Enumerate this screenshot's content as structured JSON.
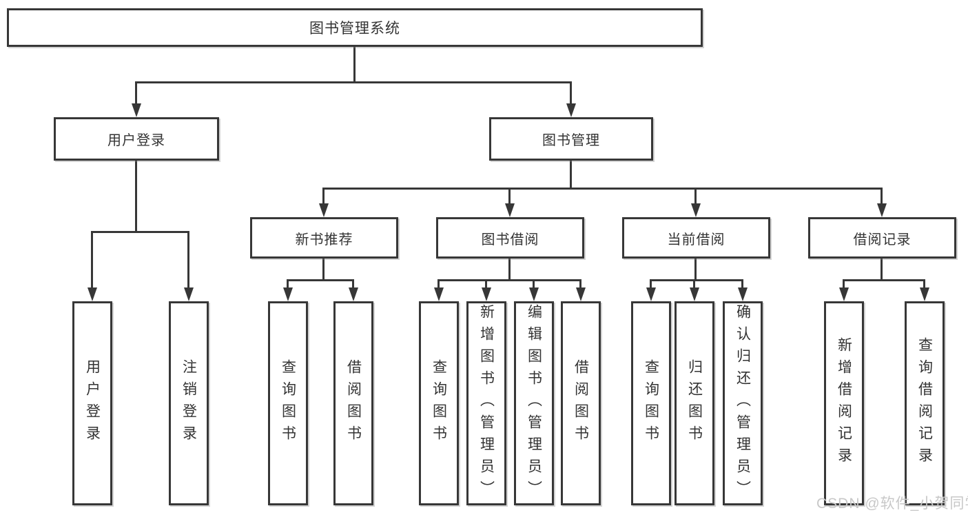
{
  "diagram": {
    "type": "tree",
    "root": "图书管理系统",
    "level2": {
      "login": "用户登录",
      "manage": "图书管理"
    },
    "level3": {
      "recommend": "新书推荐",
      "borrow": "图书借阅",
      "current": "当前借阅",
      "records": "借阅记录"
    },
    "leaves": {
      "login": [
        "用户登录",
        "注销登录"
      ],
      "recommend": [
        "查询图书",
        "借阅图书"
      ],
      "borrow": [
        "查询图书",
        "新增图书（管理员）",
        "编辑图书（管理员）",
        "借阅图书"
      ],
      "current": [
        "查询图书",
        "归还图书",
        "确认归还（管理员）"
      ],
      "records": [
        "新增借阅记录",
        "查询借阅记录"
      ]
    },
    "colors": {
      "line": "#373737",
      "text": "#333333",
      "background": "#ffffff",
      "watermark": "#c8c8c8"
    }
  },
  "watermark": "CSDN @软件_小贺同学"
}
